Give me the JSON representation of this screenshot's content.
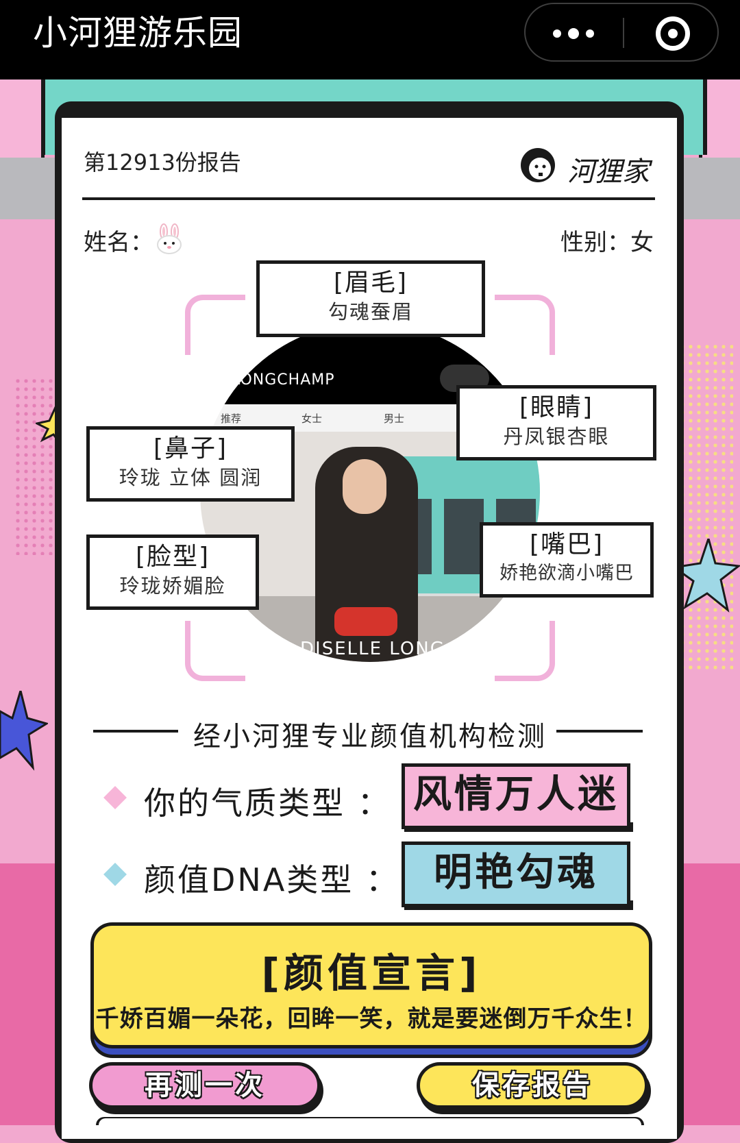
{
  "app": {
    "title": "小河狸游乐园",
    "capsule": {
      "more_icon": "more-dots-icon",
      "close_icon": "mini-program-close-icon"
    }
  },
  "colors": {
    "background_pink": "#f2a9cf",
    "teal": "#74d6c8",
    "tag_pink": "#f7b5d8",
    "tag_blue": "#9fd8e6",
    "declaration_yellow": "#fde55a",
    "shadow_blue": "#3b4fbf",
    "retest_button": "#f19bd0",
    "save_button": "#fde55a",
    "frame_corner": "#f1b1da"
  },
  "report": {
    "number_text": "第12913份报告",
    "brand_logo": "beaver-logo-icon",
    "brand_name": "河狸家",
    "name_label": "姓名：",
    "name_value_icon": "rabbit-emoji-icon",
    "gender_text": "性别：女"
  },
  "photo": {
    "header_brand": "LONGCHAMP",
    "tabs": [
      "推荐",
      "女士",
      "男士"
    ],
    "caption": "DISELLE LONG"
  },
  "features": {
    "eyebrow": {
      "title": "[眉毛]",
      "desc": "勾魂蚕眉"
    },
    "eyes": {
      "title": "[眼睛]",
      "desc": "丹凤银杏眼"
    },
    "nose": {
      "title": "[鼻子]",
      "desc": "玲珑 立体 圆润"
    },
    "face": {
      "title": "[脸型]",
      "desc": "玲珑娇媚脸"
    },
    "mouth": {
      "title": "[嘴巴]",
      "desc": "娇艳欲滴小嘴巴"
    }
  },
  "result": {
    "detect_text": "经小河狸专业颜值机构检测",
    "temperament_label": "你的气质类型 ：",
    "temperament_value": "风情万人迷",
    "dna_label": "颜值DNA类型 ：",
    "dna_value": "明艳勾魂"
  },
  "declaration": {
    "title": "[颜值宣言]",
    "text": "千娇百媚一朵花，回眸一笑，就是要迷倒万千众生！"
  },
  "buttons": {
    "retest": "再测一次",
    "save": "保存报告"
  }
}
